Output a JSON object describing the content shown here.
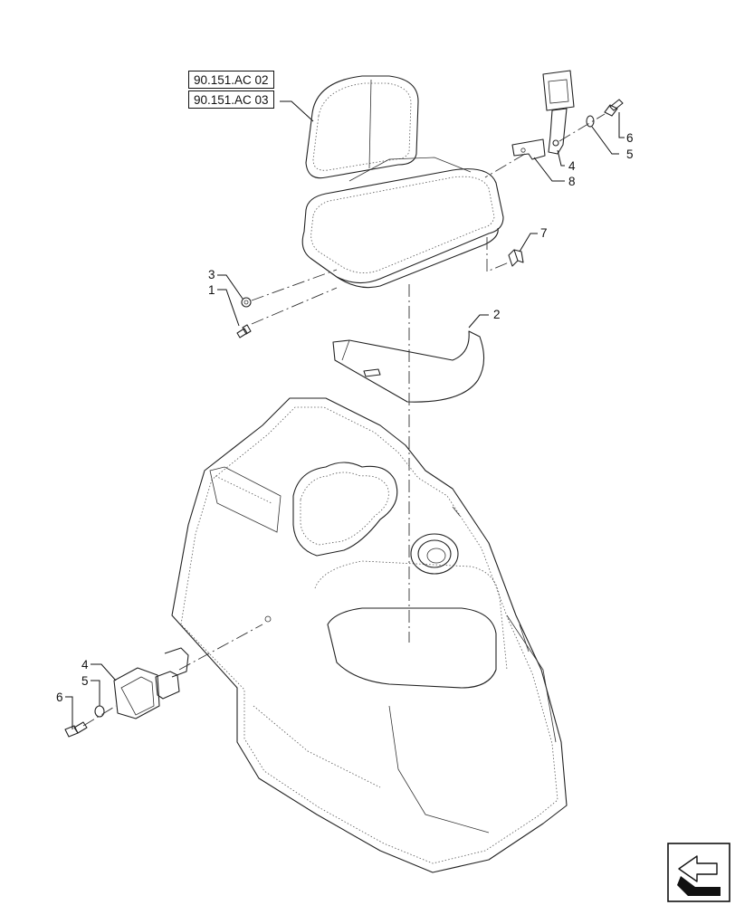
{
  "reference_labels": [
    "90.151.AC 02",
    "90.151.AC 03"
  ],
  "callouts": {
    "c1": "1",
    "c2": "2",
    "c3": "3",
    "c4_top": "4",
    "c4_bottom": "4",
    "c5_top": "5",
    "c5_bottom": "5",
    "c6_top": "6",
    "c6_bottom": "6",
    "c7": "7",
    "c8": "8"
  },
  "icons": {
    "navigation": "arrow-icon"
  }
}
